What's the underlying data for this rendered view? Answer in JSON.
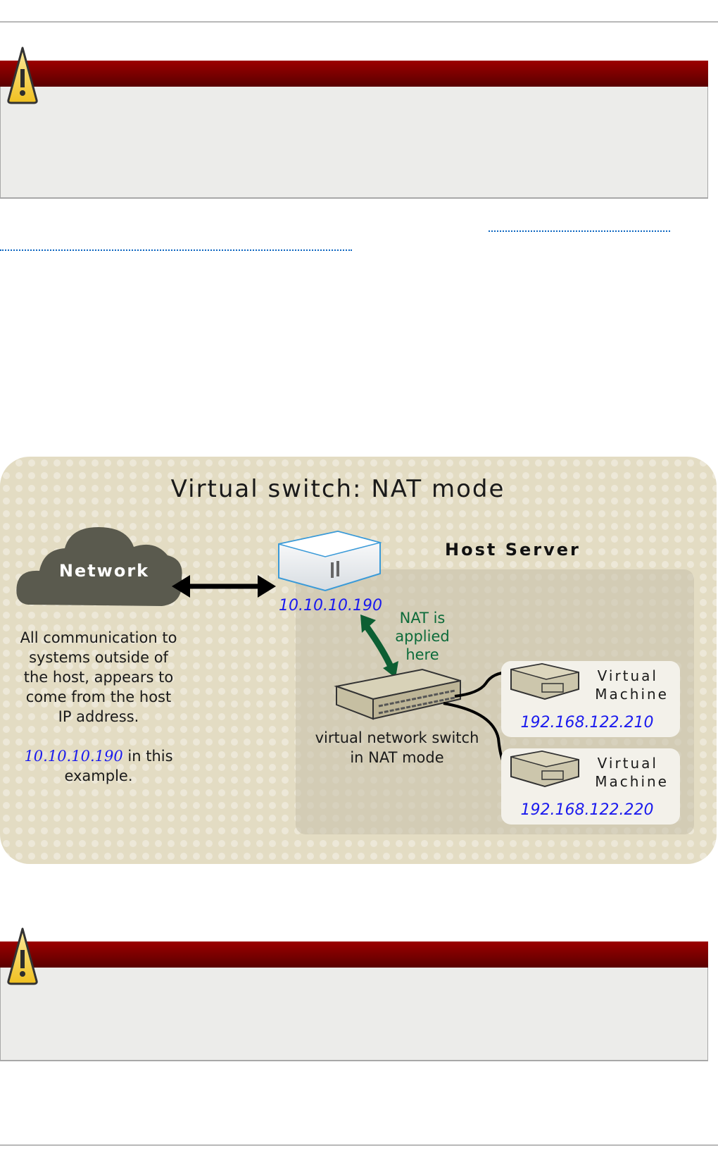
{
  "admonitions": [
    {
      "type": "warning",
      "icon": "warning-triangle-icon",
      "title": "",
      "text": ""
    },
    {
      "type": "warning",
      "icon": "warning-triangle-icon",
      "title": "",
      "text": ""
    }
  ],
  "links": [
    {
      "text": ""
    },
    {
      "text": ""
    }
  ],
  "diagram": {
    "title": "Virtual switch: NAT mode",
    "network_label": "Network",
    "host_server_label": "Host Server",
    "host_ip": "10.10.10.190",
    "nat_note": [
      "NAT is",
      "applied",
      "here"
    ],
    "switch_label": [
      "virtual network switch",
      "in NAT mode"
    ],
    "description": [
      "All communication to",
      "systems outside of",
      "the host, appears to",
      "come from the host",
      "IP address."
    ],
    "example_ip": "10.10.10.190",
    "example_suffix": " in this",
    "example_end": "example.",
    "virtual_machines": [
      {
        "label_line1": "Virtual",
        "label_line2": "Machine",
        "ip": "192.168.122.210"
      },
      {
        "label_line1": "Virtual",
        "label_line2": "Machine",
        "ip": "192.168.122.220"
      }
    ],
    "colors": {
      "ip_blue": "#1a1aee",
      "nat_green": "#0d6b3a",
      "cloud": "#5a5a4e",
      "background": "#e3dcc3"
    }
  }
}
